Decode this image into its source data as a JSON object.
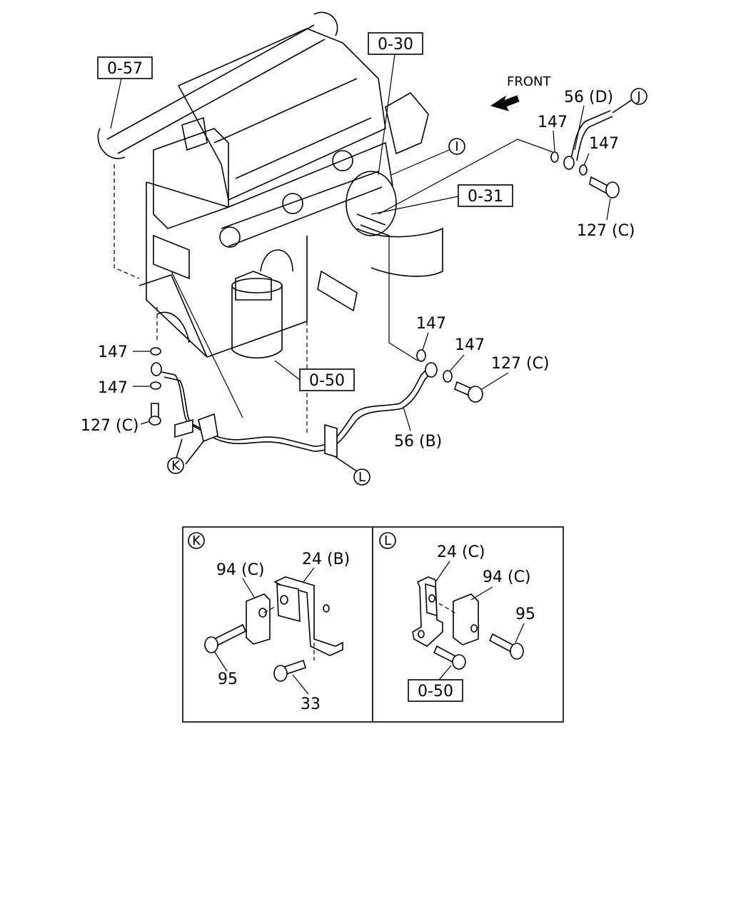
{
  "callouts": {
    "ref_057": "0-57",
    "ref_030": "0-30",
    "ref_031": "0-31",
    "ref_050_main": "0-50",
    "ref_050_detail": "0-50",
    "front": "FRONT",
    "circ_I": "I",
    "circ_J": "J",
    "circ_K": "K",
    "circ_L": "L",
    "p147_a": "147",
    "p147_b": "147",
    "p147_c": "147",
    "p147_d": "147",
    "p147_e": "147",
    "p147_f": "147",
    "p127c_a": "127 (C)",
    "p127c_b": "127 (C)",
    "p127c_c": "127 (C)",
    "p56d": "56 (D)",
    "p56b": "56 (B)"
  },
  "detail_k": {
    "badge": "K",
    "p94c": "94 (C)",
    "p24b": "24 (B)",
    "p95": "95",
    "p33": "33"
  },
  "detail_l": {
    "badge": "L",
    "p24c": "24 (C)",
    "p94c": "94 (C)",
    "p95": "95",
    "ref_050": "0-50"
  }
}
